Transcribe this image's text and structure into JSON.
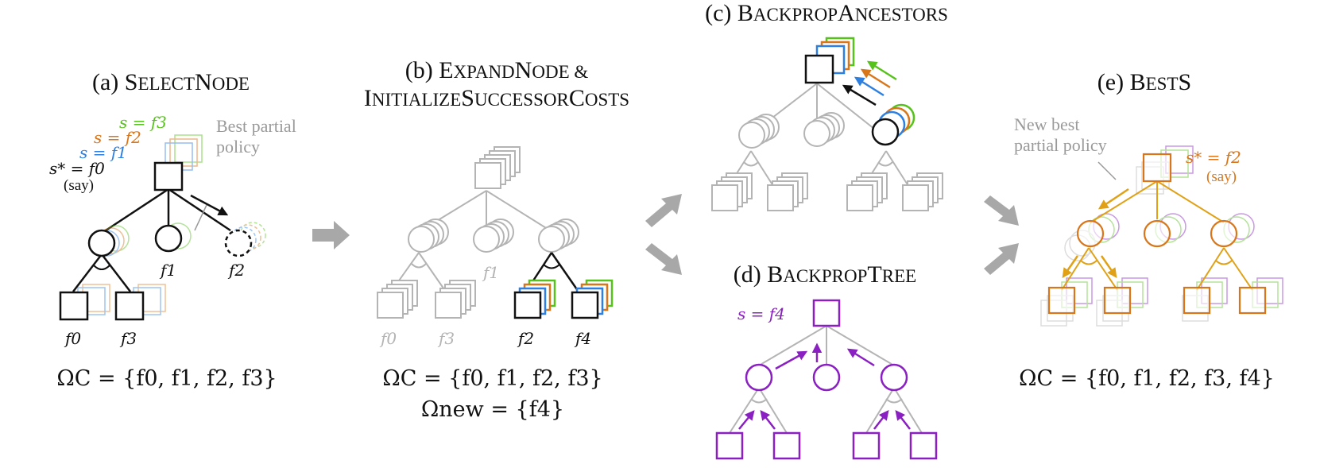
{
  "colors": {
    "black": "#111111",
    "gray": "#b4b4b4",
    "green": "#58c21c",
    "orange": "#d9761a",
    "blue": "#2d7fe0",
    "purple": "#8a1fc2",
    "gold": "#e0a116",
    "arrow_gray": "#a8a8a8"
  },
  "panel_a": {
    "title_prefix": "(a) ",
    "title_big1": "S",
    "title_small1": "ELECT",
    "title_big2": "N",
    "title_small2": "ODE",
    "s_f3": "s = f3",
    "s_f2": "s = f2",
    "s_f1": "s = f1",
    "s_star": "s* = f0",
    "say": "(say)",
    "best_partial_policy_line1": "Best partial",
    "best_partial_policy_line2": "policy",
    "leaf_labels": [
      "f0",
      "f1",
      "f2",
      "f3"
    ],
    "omega_c": "ΩC = {f0, f1, f2, f3}"
  },
  "panel_b": {
    "title_line1_prefix": "(b) ",
    "title_line1_big1": "E",
    "title_line1_small1": "XPAND",
    "title_line1_big2": "N",
    "title_line1_small2": "ODE &",
    "title_line2_big1": "I",
    "title_line2_small1": "NITIALIZE",
    "title_line2_big2": "S",
    "title_line2_small2": "UCCESSOR",
    "title_line2_big3": "C",
    "title_line2_small3": "OSTS",
    "leaf_labels": [
      "f0",
      "f1",
      "f2",
      "f3",
      "f4"
    ],
    "omega_c": "ΩC = {f0, f1, f2, f3}",
    "omega_new": "Ωnew = {f4}"
  },
  "panel_c": {
    "title_prefix": "(c) ",
    "title_big1": "B",
    "title_small1": "ACKPROP",
    "title_big2": "A",
    "title_small2": "NCESTORS"
  },
  "panel_d": {
    "title_prefix": "(d) ",
    "title_big1": "B",
    "title_small1": "ACKPROP",
    "title_big2": "T",
    "title_small2": "REE",
    "s_f4": "s = f4"
  },
  "panel_e": {
    "title_prefix": "(e) ",
    "title_big1": "B",
    "title_small1": "EST",
    "title_big2": "S",
    "title_small2": "",
    "new_best_line1": "New best",
    "new_best_line2": "partial policy",
    "s_star": "s* = f2",
    "say": "(say)",
    "omega_c": "ΩC = {f0, f1, f2, f3, f4}"
  }
}
